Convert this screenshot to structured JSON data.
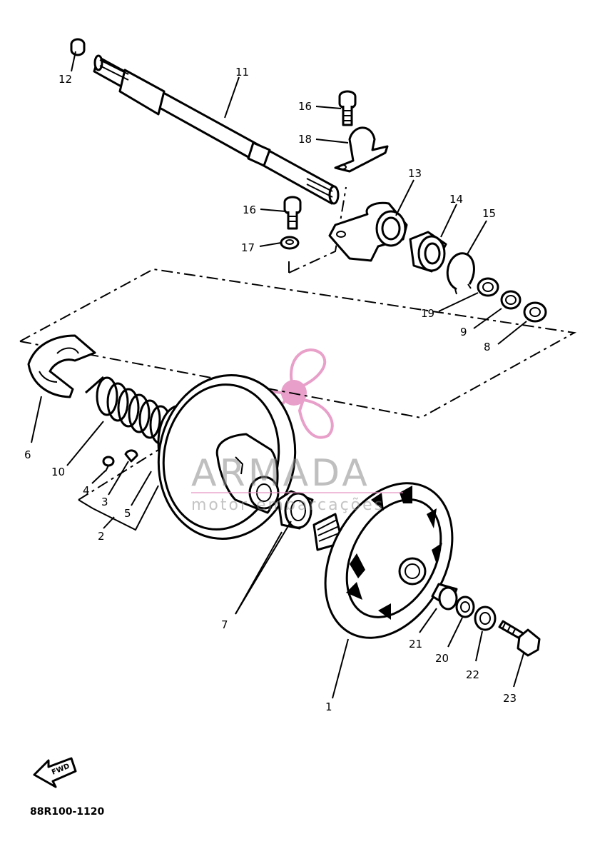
{
  "diagram": {
    "part_code": "88R100-1120",
    "front_arrow_label": "FWD",
    "callouts": {
      "n1": "1",
      "n2": "2",
      "n3": "3",
      "n4": "4",
      "n5": "5",
      "n6": "6",
      "n7": "7",
      "n8": "8",
      "n9": "9",
      "n10": "10",
      "n11": "11",
      "n12": "12",
      "n13": "13",
      "n14": "14",
      "n15": "15",
      "n16a": "16",
      "n16b": "16",
      "n17": "17",
      "n18": "18",
      "n19": "19",
      "n20": "20",
      "n21": "21",
      "n22": "22",
      "n23": "23"
    }
  },
  "watermark": {
    "brand": "ARMADA",
    "tagline": "motor embarcações",
    "logo_color": "#e58fc0"
  }
}
